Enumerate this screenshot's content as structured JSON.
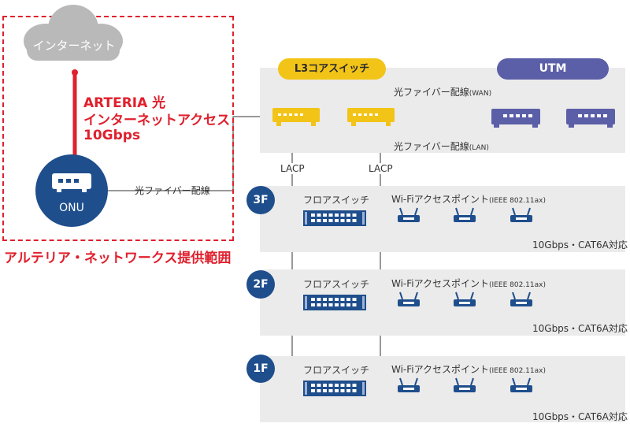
{
  "colors": {
    "red": "#e0202d",
    "navy": "#1f4e8c",
    "yellow": "#f2c418",
    "purple": "#5b5fa8",
    "grey_box": "#ebebeb",
    "cloud": "#b9b9b9"
  },
  "internet": {
    "label": "インターネット",
    "icon": "cloud-icon"
  },
  "arteria": {
    "line1": "ARTERIA 光",
    "line2": "インターネットアクセス",
    "line3": "10Gbps"
  },
  "onu": {
    "label": "ONU",
    "icon": "router-icon"
  },
  "fiber_onu": "光ファイバー配線",
  "scope_label": "アルテリア・ネットワークス提供範囲",
  "core": {
    "label": "L3コアスイッチ",
    "icon": "switch-icon"
  },
  "utm": {
    "label": "UTM",
    "icon": "utm-icon"
  },
  "fiber_wan": "光ファイバー配線",
  "wan_tag": "(WAN)",
  "fiber_lan": "光ファイバー配線",
  "lan_tag": "(LAN)",
  "lacp": "LACP",
  "floors": [
    {
      "badge": "3F",
      "switch_label": "フロアスイッチ",
      "ap_label": "Wi-Fiアクセスポイント",
      "ap_std": "(IEEE 802.11ax)",
      "cable": "10Gbps・CAT6A対応"
    },
    {
      "badge": "2F",
      "switch_label": "フロアスイッチ",
      "ap_label": "Wi-Fiアクセスポイント",
      "ap_std": "(IEEE 802.11ax)",
      "cable": "10Gbps・CAT6A対応"
    },
    {
      "badge": "1F",
      "switch_label": "フロアスイッチ",
      "ap_label": "Wi-Fiアクセスポイント",
      "ap_std": "(IEEE 802.11ax)",
      "cable": "10Gbps・CAT6A対応"
    }
  ]
}
